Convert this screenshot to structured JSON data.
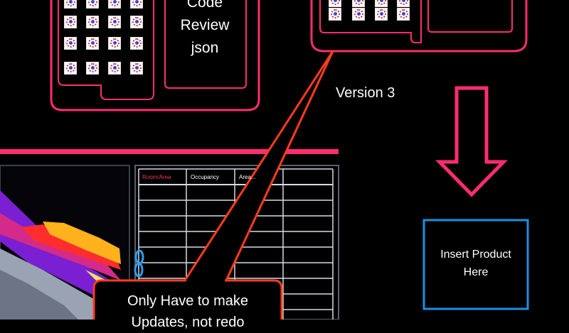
{
  "top_left_box": {
    "title_lines": [
      "Code",
      "Review",
      "json"
    ]
  },
  "version_label": "Version 3",
  "table": {
    "headers": [
      "Room/Area",
      "Occupancy",
      "Area..."
    ],
    "rows": 8
  },
  "product_box": {
    "lines": [
      "Insert Product",
      "Here"
    ]
  },
  "callout": {
    "lines": [
      "Only Have to make",
      "Updates, not redo"
    ]
  },
  "colors": {
    "accent_pink": "#ff2d6f",
    "callout_red": "#ff3b1f",
    "product_border": "#1e8fe0",
    "table_grid": "#d6dbe6",
    "header_red": "#e23b5a",
    "background": "#000000"
  },
  "icons": {
    "left_grid": "ifc-file-icon",
    "right_grid": "ifc-file-icon",
    "arrow": "down-arrow-icon",
    "link": "link-chain-icon"
  }
}
